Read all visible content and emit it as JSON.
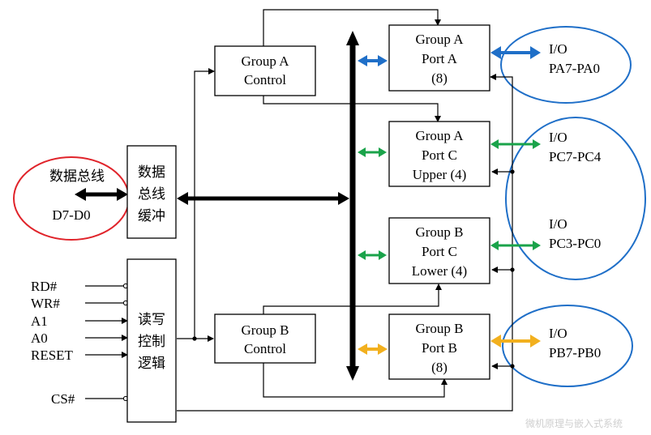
{
  "blocks": {
    "group_a_control": [
      "Group A",
      "Control"
    ],
    "group_b_control": [
      "Group B",
      "Control"
    ],
    "port_a": [
      "Group A",
      "Port A",
      "(8)"
    ],
    "port_c_upper": [
      "Group A",
      "Port C",
      "Upper (4)"
    ],
    "port_c_lower": [
      "Group B",
      "Port C",
      "Lower (4)"
    ],
    "port_b": [
      "Group B",
      "Port B",
      "(8)"
    ],
    "data_buffer": [
      "数据",
      "总线",
      "缓冲"
    ],
    "rw_logic": [
      "读写",
      "控制",
      "逻辑"
    ]
  },
  "data_bus": {
    "name": "数据总线",
    "lines": "D7-D0"
  },
  "control_signals": [
    "RD#",
    "WR#",
    "A1",
    "A0",
    "RESET",
    "CS#"
  ],
  "io_groups": [
    {
      "label": "I/O",
      "pins": "PA7-PA0"
    },
    {
      "label": "I/O",
      "pins": "PC7-PC4"
    },
    {
      "label": "I/O",
      "pins": "PC3-PC0"
    },
    {
      "label": "I/O",
      "pins": "PB7-PB0"
    }
  ],
  "watermark": "微机原理与嵌入式系统",
  "colors": {
    "port_a_arrow": "#1f6fc8",
    "port_c_arrow": "#1aa34a",
    "port_b_arrow": "#f2b01e",
    "ellipse_red": "#e0232a",
    "ellipse_blue": "#1f6fc8"
  }
}
